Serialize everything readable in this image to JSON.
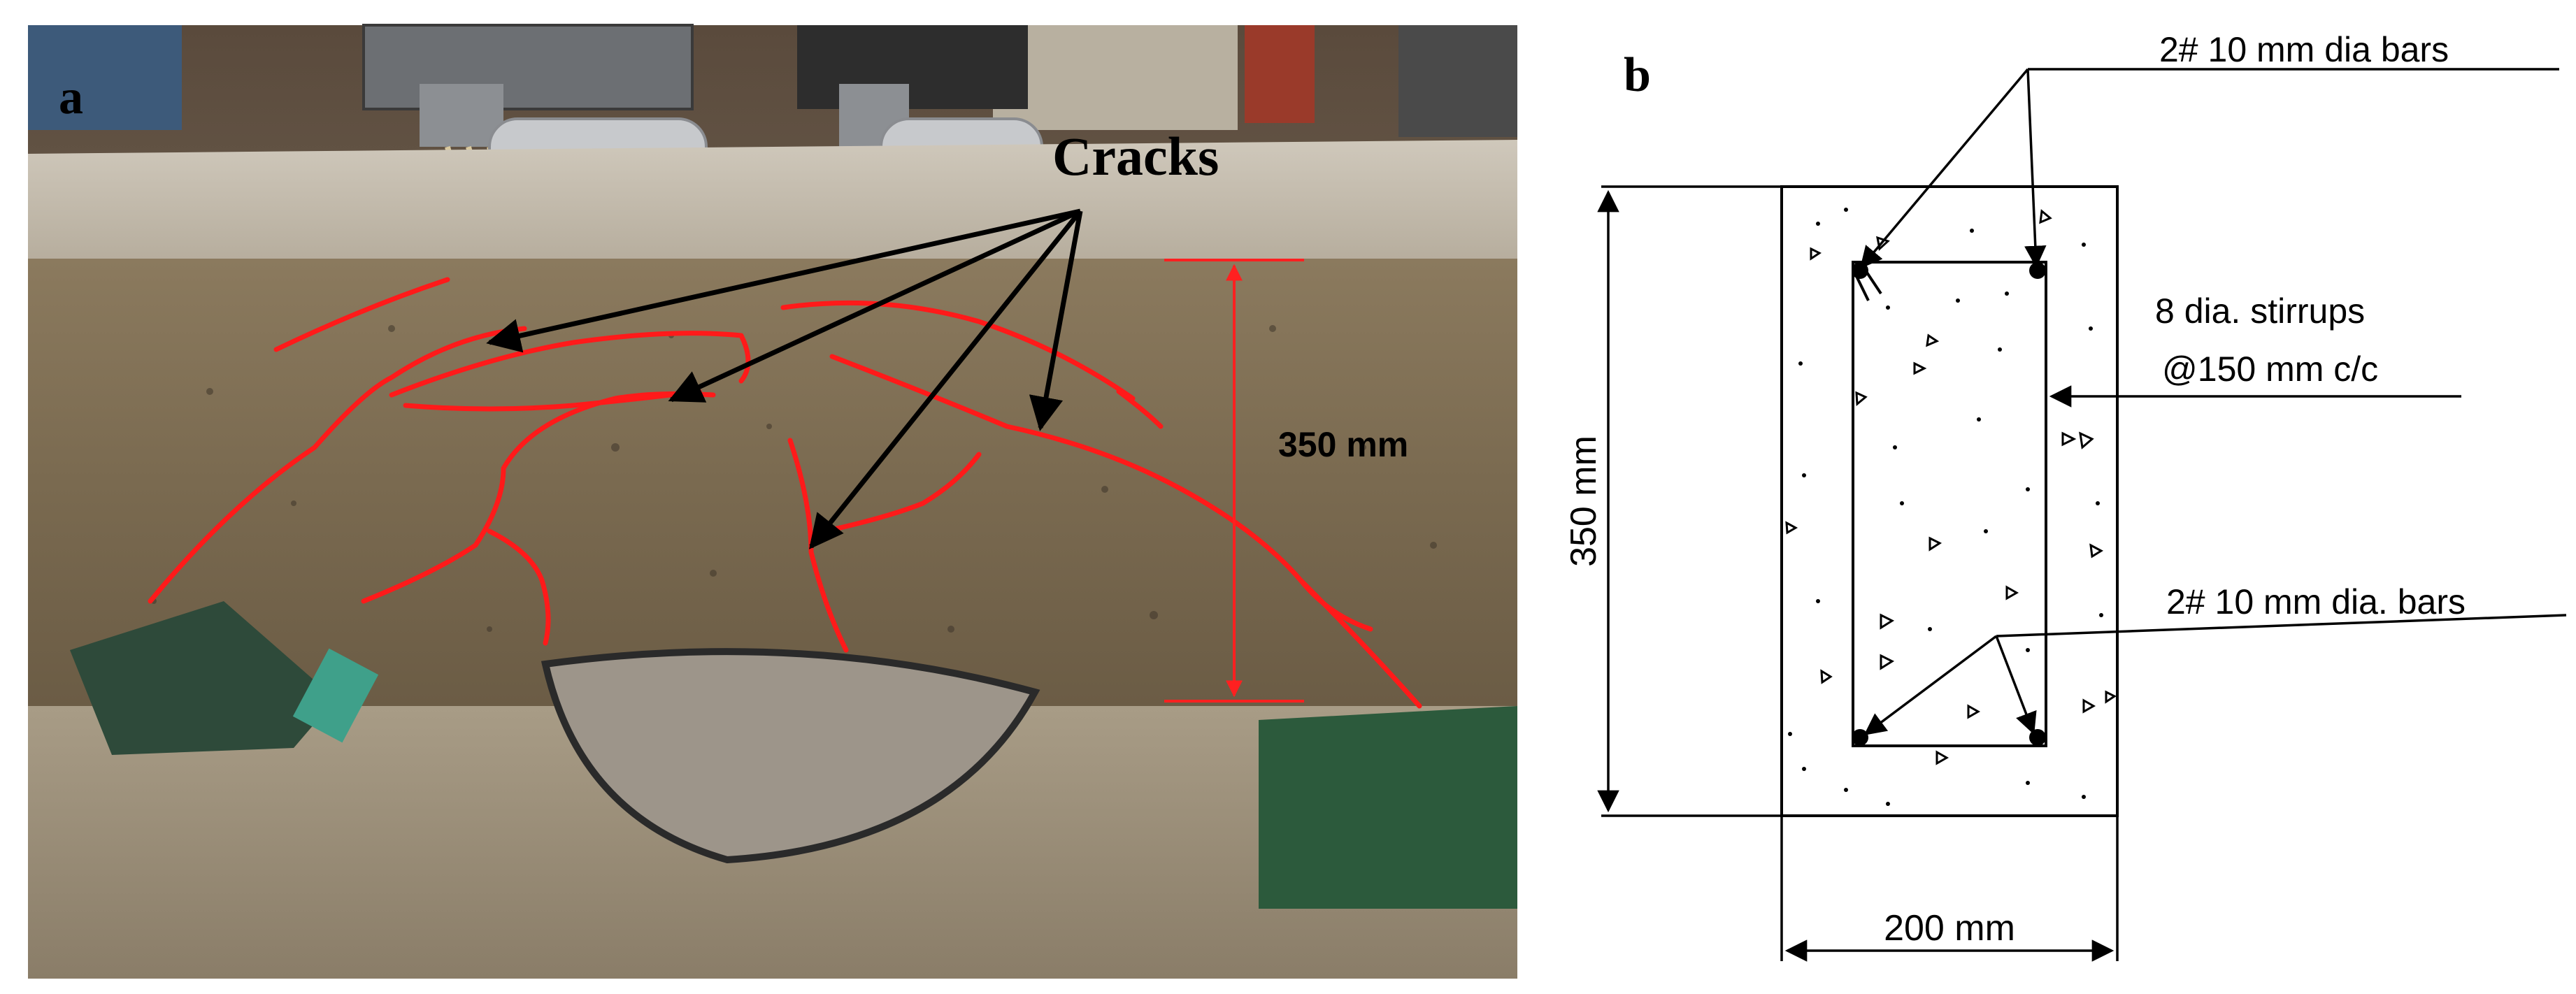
{
  "panels": {
    "a": {
      "letter": "a",
      "cracks_label": "Cracks",
      "depth_label": "350 mm"
    },
    "b": {
      "letter": "b",
      "top_bars_label": "2# 10 mm dia bars",
      "stirrups_line1": "8 dia. stirrups",
      "stirrups_line2": "@150 mm c/c",
      "bottom_bars_label": "2# 10 mm dia. bars",
      "height_label": "350 mm",
      "width_label": "200 mm"
    }
  },
  "colors": {
    "crack": "#ff1a1a",
    "dimension_line": "#ff2020",
    "arrow": "#000000",
    "drawing_line": "#000000"
  }
}
